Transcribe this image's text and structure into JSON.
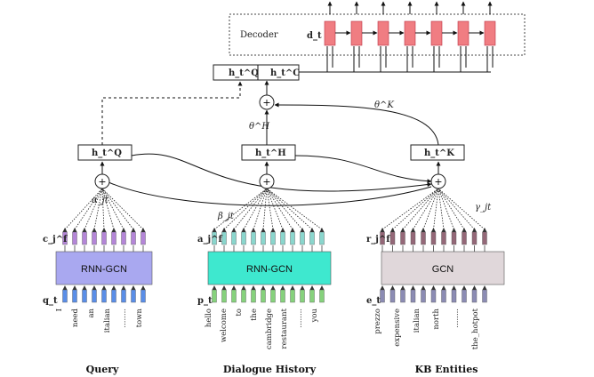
{
  "decoder": {
    "label": "Decoder",
    "state": "d_t",
    "cell_color": "#f07d82",
    "cells": 7
  },
  "top_nodes": {
    "hq": "h_t^Q",
    "hc": "h_t^C"
  },
  "nodes": {
    "query": "h_t^Q",
    "history": "h_t^H",
    "kb": "h_t^K"
  },
  "weights": {
    "alpha": "α_jt",
    "beta": "β_jt",
    "gamma": "γ_jt",
    "theta_h": "θ^H",
    "theta_k": "θ^K"
  },
  "query": {
    "caption": "Query",
    "block_label": "RNN-GCN",
    "block_color": "#a9a8f0",
    "feature_label": "c_j^f",
    "input_label": "q_t",
    "top_color": "#b486d8",
    "bottom_color": "#5a8ee8",
    "words": [
      "I",
      "need",
      "an",
      "italian",
      "........",
      "town"
    ]
  },
  "history": {
    "caption": "Dialogue History",
    "block_label": "RNN-GCN",
    "block_color": "#3ee8cf",
    "feature_label": "a_j^f",
    "input_label": "p_t",
    "top_color": "#8ad6cd",
    "bottom_color": "#86d27c",
    "words": [
      "hello",
      "welcome",
      "to",
      "the",
      "cambridge",
      "restaurant",
      "........",
      "you"
    ]
  },
  "kb": {
    "caption": "KB Entities",
    "block_label": "GCN",
    "block_color": "#e0d7da",
    "feature_label": "r_j^f",
    "input_label": "e_t",
    "top_color": "#946878",
    "bottom_color": "#8c8cb4",
    "words": [
      "prezzo",
      "expensive",
      "italian",
      "north",
      "........",
      "the_hotpot"
    ]
  }
}
